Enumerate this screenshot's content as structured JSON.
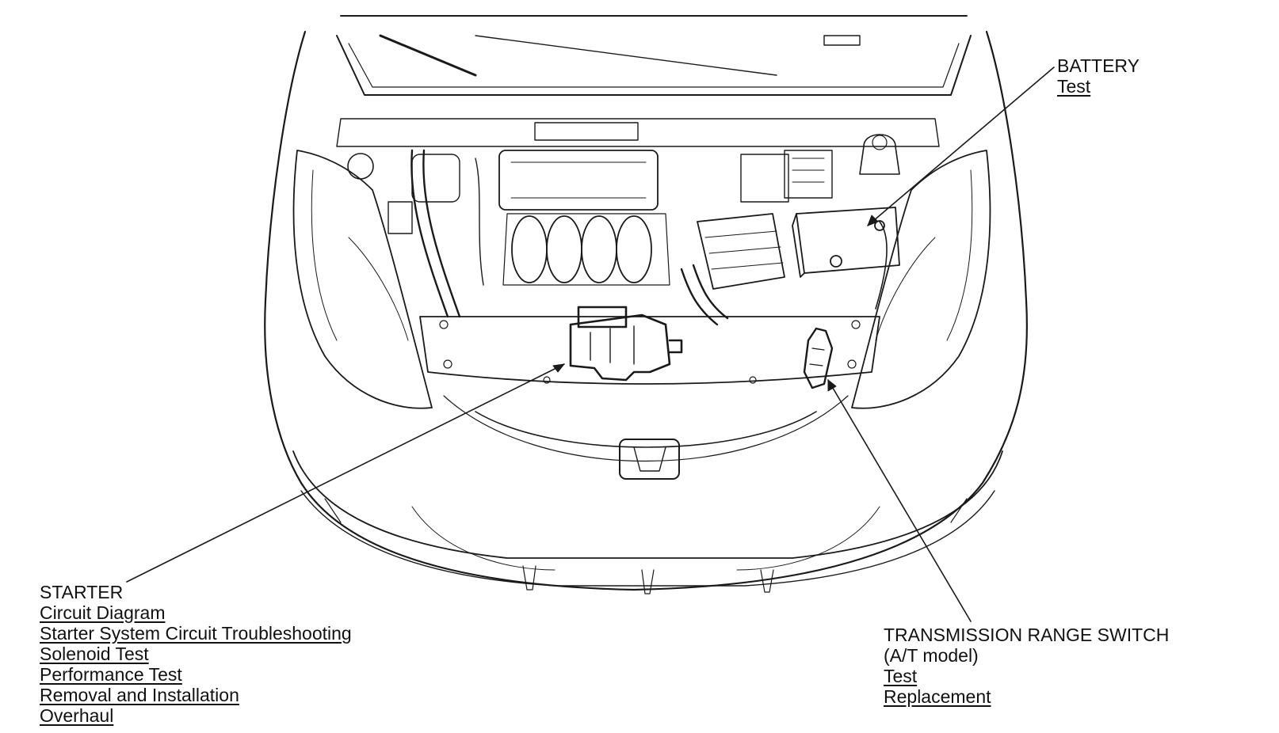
{
  "callouts": {
    "starter": {
      "title": "STARTER",
      "links": [
        "Circuit Diagram",
        "Starter System Circuit Troubleshooting",
        "Solenoid Test",
        "Performance Test",
        "Removal and Installation",
        "Overhaul"
      ]
    },
    "battery": {
      "title": "BATTERY",
      "links": [
        "Test"
      ]
    },
    "transmission_range_switch": {
      "title": "TRANSMISSION RANGE SWITCH",
      "subtitle": "(A/T model)",
      "links": [
        "Test",
        "Replacement"
      ]
    }
  }
}
